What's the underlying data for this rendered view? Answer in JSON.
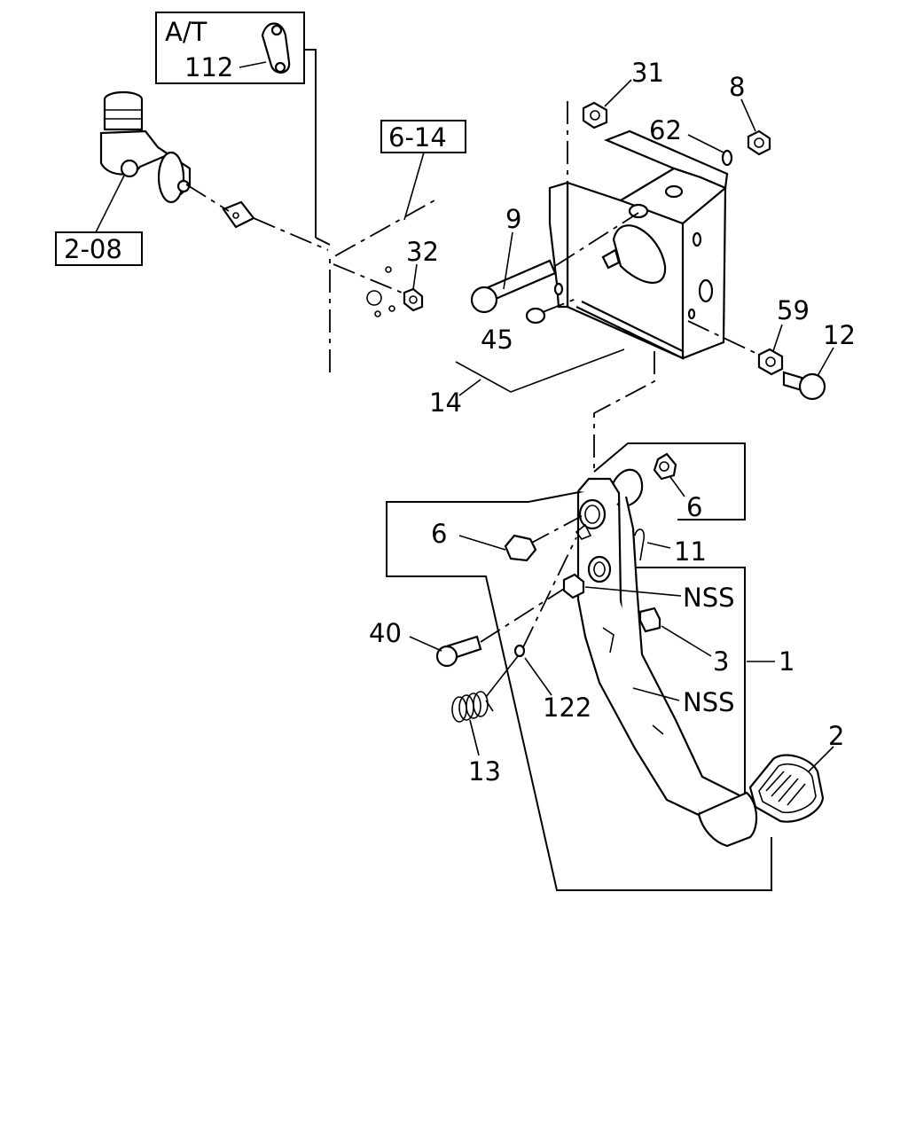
{
  "labels": {
    "at": "A/T",
    "p112": "112",
    "ref_6_14": "6-14",
    "ref_2_08": "2-08",
    "p31": "31",
    "p8": "8",
    "p62": "62",
    "p9": "9",
    "p32": "32",
    "p59": "59",
    "p12": "12",
    "p45": "45",
    "p14": "14",
    "p6_right": "6",
    "p6_left": "6",
    "p11": "11",
    "nss_upper": "NSS",
    "p40": "40",
    "p3": "3",
    "p1": "1",
    "p122": "122",
    "nss_lower": "NSS",
    "p2": "2",
    "p13": "13"
  }
}
